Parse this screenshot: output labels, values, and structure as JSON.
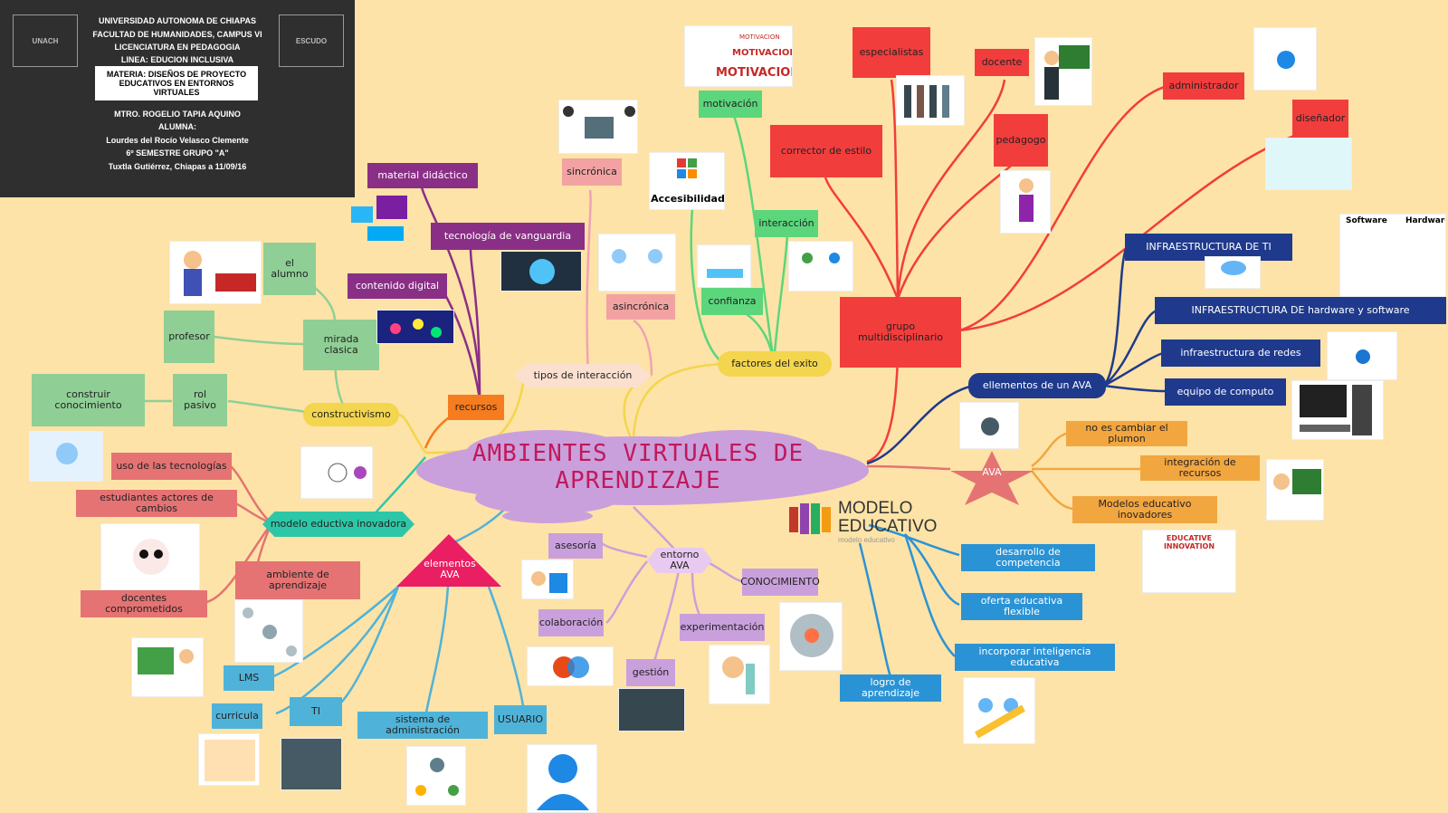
{
  "header": {
    "line1": "UNIVERSIDAD AUTONOMA DE CHIAPAS",
    "line2": "FACULTAD DE HUMANIDADES, CAMPUS VI",
    "line3": "LICENCIATURA EN PEDAGOGIA",
    "line4": "LINEA: EDUCION INCLUSIVA",
    "box1": "MATERIA: DISEÑOS DE PROYECTO",
    "box2": "EDUCATIVOS EN ENTORNOS VIRTUALES",
    "line5": "MTRO. ROGELIO TAPIA AQUINO",
    "line6": "ALUMNA:",
    "line7": "Lourdes del Rocío Velasco Clemente",
    "line8": "6º SEMESTRE GRUPO \"A\"",
    "line9": "Tuxtla Gutiérrez, Chiapas a   11/09/16",
    "logo_left": "UNACH",
    "logo_right": "ESCUDO"
  },
  "title": {
    "line1": "AMBIENTES VIRTUALES DE",
    "line2": "APRENDIZAJE"
  },
  "nodes": {
    "recursos": "recursos",
    "material_didactico": "material didáctico",
    "tecnologia_vanguardia": "tecnología de vanguardia",
    "contenido_digital": "contenido digital",
    "constructivismo": "constructivismo",
    "mirada_clasica": "mirada clasica",
    "el_alumno": "el alumno",
    "profesor": "profesor",
    "rol_pasivo": "rol pasivo",
    "construir_conocimiento": "construir conocimiento",
    "tipos_interaccion": "tipos de interacción",
    "sincronica": "sincrónica",
    "asincronica": "asincrónica",
    "factores_exito": "factores del exito",
    "motivacion": "motivación",
    "interaccion": "interacción",
    "confianza": "confianza",
    "grupo_multidisciplinario": "grupo multidisciplinario",
    "especialistas": "especialistas",
    "docente": "docente",
    "corrector_estilo": "corrector de estilo",
    "pedagogo": "pedagogo",
    "administrador": "administrador",
    "disenador": "diseñador",
    "elementos_ava": "ellementos de un AVA",
    "infra_ti": "INFRAESTRUCTURA DE TI",
    "infra_hw_sw": "INFRAESTRUCTURA DE hardware y software",
    "infra_redes": "infraestructura de redes",
    "equipo_computo": "equipo de computo",
    "ava": "AVA",
    "no_es_cambiar": "no es cambiar el plumon",
    "integracion_recursos": "integración de recursos",
    "modelos_educativos": "Modelos educativo inovadores",
    "modelo_inovadora": "modelo eductiva inovadora",
    "uso_tecnologias": "uso de las tecnologías",
    "estudiantes_actores": "estudiantes actores de cambios",
    "ambiente_aprendizaje": "ambiente de aprendizaje",
    "docentes_comprometidos": "docentes comprometidos",
    "elementos_ava2": "elementos AVA",
    "lms": "LMS",
    "ti": "TI",
    "curricula": "curricula",
    "sistema_admin": "sistema de administración",
    "usuario": "USUARIO",
    "entorno_ava": "entorno AVA",
    "asesoria": "asesoría",
    "colaboracion": "colaboración",
    "gestion": "gestión",
    "experimentacion": "experimentación",
    "conocimiento": "CONOCIMIENTO",
    "desarrollo_competencia": "desarrollo de competencia",
    "oferta_flexible": "oferta educativa flexible",
    "inteligencia_educativa": "incorporar inteligencia educativa",
    "logro_aprendizaje": "logro de aprendizaje"
  },
  "logo_modelo": {
    "line1": "MODELO",
    "line2": "EDUCATIVO",
    "sub": "modelo educativo"
  },
  "images": {
    "motivacion_small": "MOTIVACION",
    "motivacion_mid": "MOTIVACION",
    "motivacion_big": "MOTIVACION",
    "accesibilidad": "Accesibilidad",
    "software": "Software",
    "hardware": "Hardware",
    "educative_innovation": "EDUCATIVE INNOVATION"
  },
  "colors": {
    "background": "#fde3a7",
    "red": "#f23d3d",
    "navy": "#1f3a8c",
    "green": "#8fcf95",
    "purple": "#8a2f86",
    "orange": "#f57c1f",
    "pink": "#e91e63",
    "blue": "#2a93d5",
    "lilac": "#c9a0dc",
    "salmon": "#e57373"
  }
}
